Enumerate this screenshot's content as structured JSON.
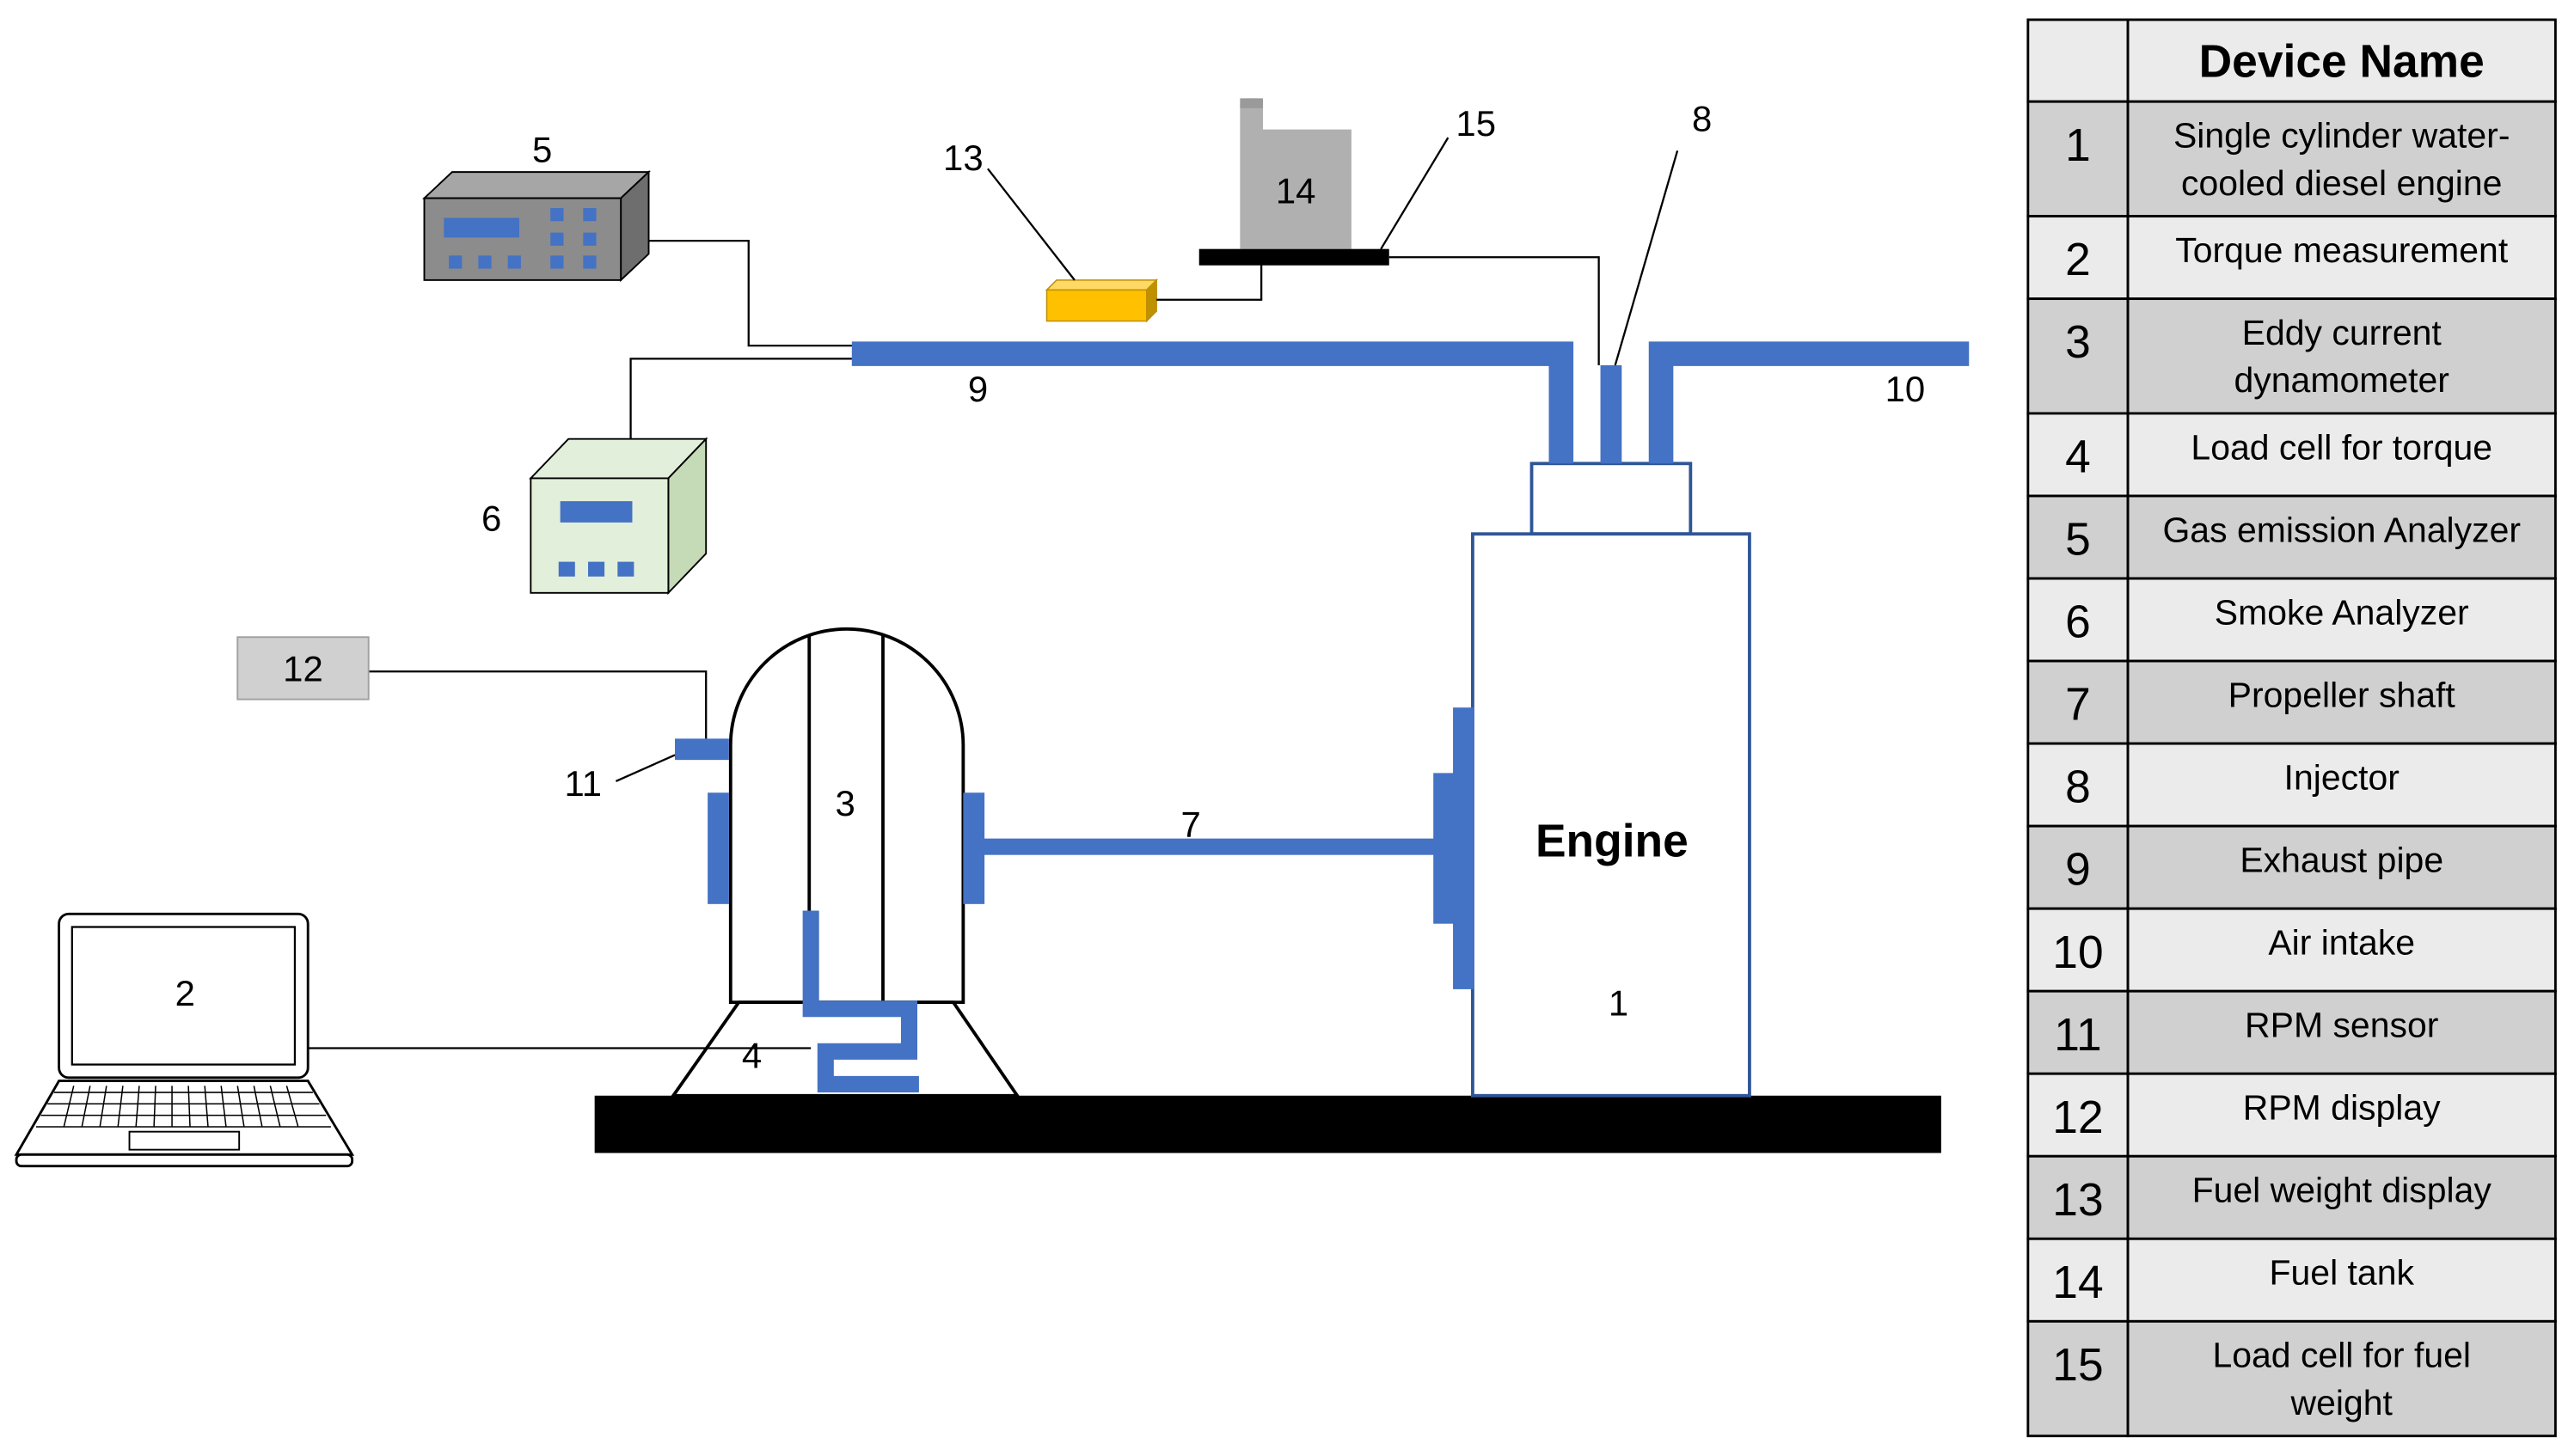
{
  "colors": {
    "pipe_blue": "#4472C4",
    "table_gray": "#D0D0D0",
    "table_light": "#EBEBEB",
    "fuel_display_yellow": "#FFC000",
    "tank_gray": "#B0B0B0",
    "analyzer_gray": "#8C8C8C",
    "smoke_box_green": "#E2EFDA",
    "rpm_display_gray": "#D0D0D0"
  },
  "diagram": {
    "labels": {
      "n1": "1",
      "n2": "2",
      "n3": "3",
      "n4": "4",
      "n5": "5",
      "n6": "6",
      "n7": "7",
      "n8": "8",
      "n9": "9",
      "n10": "10",
      "n11": "11",
      "n12": "12",
      "n13": "13",
      "n14": "14",
      "n15": "15",
      "engine": "Engine"
    }
  },
  "table": {
    "header": "Device Name",
    "rows": [
      {
        "num": "1",
        "name_lines": [
          "Single cylinder water-",
          "cooled diesel engine"
        ]
      },
      {
        "num": "2",
        "name_lines": [
          "Torque measurement"
        ]
      },
      {
        "num": "3",
        "name_lines": [
          "Eddy current",
          "dynamometer"
        ]
      },
      {
        "num": "4",
        "name_lines": [
          "Load cell for torque"
        ]
      },
      {
        "num": "5",
        "name_lines": [
          "Gas emission Analyzer"
        ]
      },
      {
        "num": "6",
        "name_lines": [
          "Smoke Analyzer"
        ]
      },
      {
        "num": "7",
        "name_lines": [
          "Propeller shaft"
        ]
      },
      {
        "num": "8",
        "name_lines": [
          "Injector"
        ]
      },
      {
        "num": "9",
        "name_lines": [
          "Exhaust pipe"
        ]
      },
      {
        "num": "10",
        "name_lines": [
          "Air intake"
        ]
      },
      {
        "num": "11",
        "name_lines": [
          "RPM sensor"
        ]
      },
      {
        "num": "12",
        "name_lines": [
          "RPM display"
        ]
      },
      {
        "num": "13",
        "name_lines": [
          "Fuel weight display"
        ]
      },
      {
        "num": "14",
        "name_lines": [
          "Fuel tank"
        ]
      },
      {
        "num": "15",
        "name_lines": [
          "Load cell for fuel",
          "weight"
        ]
      }
    ]
  }
}
